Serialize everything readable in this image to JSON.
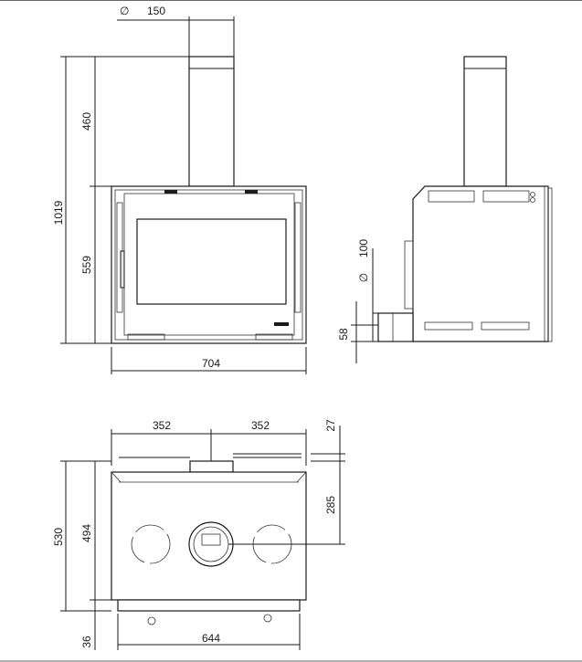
{
  "front_view": {
    "flue_diameter_symbol": "∅",
    "flue_diameter": "150",
    "height_total": "1019",
    "height_flue": "460",
    "height_body": "559",
    "width": "704"
  },
  "side_view": {
    "inlet_diameter_symbol": "∅",
    "inlet_diameter": "100",
    "inlet_height": "58"
  },
  "top_view": {
    "half_width_left": "352",
    "half_width_right": "352",
    "offset_top": "27",
    "center_depth": "285",
    "depth_total": "530",
    "depth_body": "494",
    "bottom_offset": "36",
    "base_width": "644"
  },
  "colors": {
    "line": "#1a1a1a",
    "background": "#ffffff"
  }
}
